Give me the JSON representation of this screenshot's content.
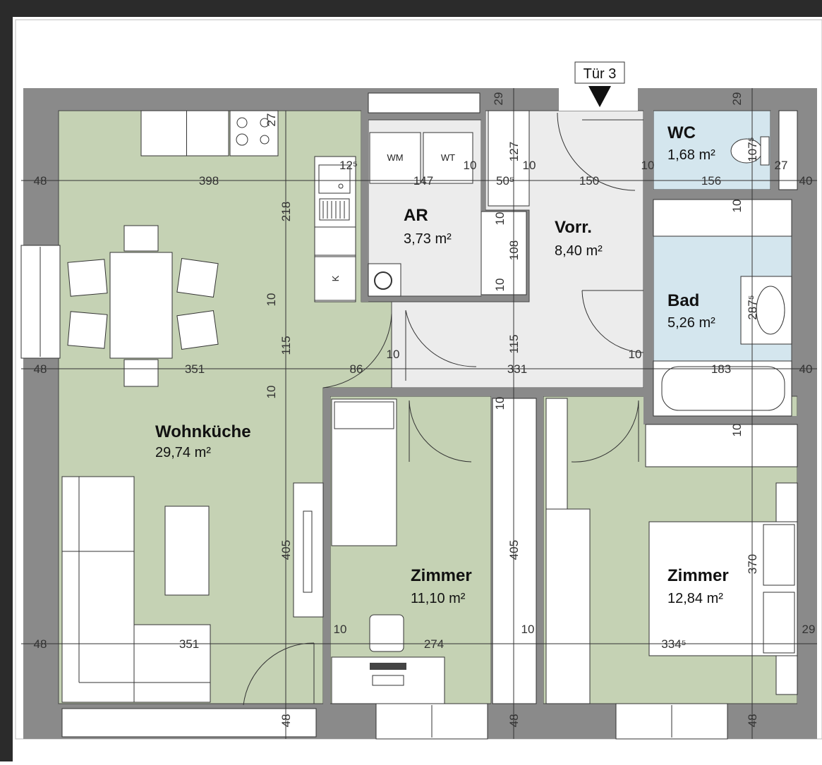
{
  "colors": {
    "wall": "#8a8a8a",
    "living": "#c5d2b4",
    "hall": "#ececec",
    "wet": "#d4e6ee",
    "furniture": "#ffffff",
    "line": "#222222",
    "frame": "#2b2b2b"
  },
  "door_label": "Tür 3",
  "rooms": {
    "wohnkueche": {
      "name": "Wohnküche",
      "area": "29,74 m²"
    },
    "ar": {
      "name": "AR",
      "area": "3,73 m²"
    },
    "vorr": {
      "name": "Vorr.",
      "area": "8,40 m²"
    },
    "wc": {
      "name": "WC",
      "area": "1,68 m²"
    },
    "bad": {
      "name": "Bad",
      "area": "5,26 m²"
    },
    "zimmer1": {
      "name": "Zimmer",
      "area": "11,10 m²"
    },
    "zimmer2": {
      "name": "Zimmer",
      "area": "12,84 m²"
    }
  },
  "appliances": {
    "washer": "WM",
    "dryer": "WT",
    "fridge": "K"
  },
  "dimensions": {
    "h_top": [
      "48",
      "398",
      "12⁵",
      "147",
      "10",
      "50⁵",
      "10",
      "150",
      "10",
      "156",
      "27",
      "40"
    ],
    "h_mid": [
      "48",
      "351",
      "86",
      "10",
      "331",
      "10",
      "183",
      "40"
    ],
    "h_low": [
      "48",
      "351",
      "10",
      "274",
      "10",
      "334⁵",
      "29"
    ],
    "v": [
      "27",
      "218",
      "10",
      "115",
      "10",
      "405",
      "48",
      "29",
      "127",
      "10",
      "108",
      "10",
      "115",
      "10",
      "405",
      "48",
      "29",
      "107⁵",
      "10",
      "287⁵",
      "10",
      "370",
      "48"
    ]
  }
}
